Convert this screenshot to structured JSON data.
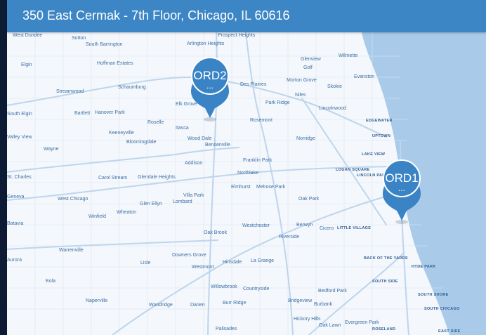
{
  "header": {
    "address": "350 East Cermak - 7th Floor, Chicago, IL 60616"
  },
  "markers": [
    {
      "id": "ORD2",
      "label": "ORD2",
      "more": "..."
    },
    {
      "id": "ORD1",
      "label": "ORD1",
      "more": "..."
    }
  ],
  "places": [
    "West Dundee",
    "Sutton",
    "South Barrington",
    "Hoffman Estates",
    "Arlington Heights",
    "Prospect Heights",
    "Glenview",
    "Wilmette",
    "Golf",
    "Elgin",
    "Streamwood",
    "Schaumburg",
    "Des Plaines",
    "Morton Grove",
    "Skokie",
    "Evanston",
    "Niles",
    "Park Ridge",
    "Lincolnwood",
    "South Elgin",
    "Bartlett",
    "Hanover Park",
    "Roselle",
    "Elk Grove Village",
    "Rosemont",
    "Itasca",
    "Keeneyville",
    "Bloomingdale",
    "Wood Dale",
    "Bensenville",
    "Norridge",
    "Valley View",
    "Wayne",
    "Addison",
    "Franklin Park",
    "Northlake",
    "St. Charles",
    "Carol Stream",
    "Glendale Heights",
    "Elmhurst",
    "Melrose Park",
    "Oak Park",
    "Villa Park",
    "Lombard",
    "Geneva",
    "West Chicago",
    "Glen Ellyn",
    "Winfield",
    "Wheaton",
    "Westchester",
    "Berwyn",
    "Cicero",
    "Batavia",
    "Oak Brook",
    "Riverside",
    "Warrenville",
    "Downers Grove",
    "Aurora",
    "Lisle",
    "Westmont",
    "Hinsdale",
    "La Grange",
    "Eola",
    "Willowbrook",
    "Countryside",
    "Bedford Park",
    "Naperville",
    "Woodridge",
    "Darien",
    "Burr Ridge",
    "Bridgeview",
    "Burbank",
    "Hickory Hills",
    "Oak Lawn",
    "Evergreen Park",
    "Palisades"
  ],
  "neighborhoods": [
    "EDGEWATER",
    "UPTOWN",
    "LAKE VIEW",
    "LOGAN SQUARE",
    "LINCOLN PARK",
    "LITTLE VILLAGE",
    "BACK OF THE YARDS",
    "HYDE PARK",
    "SOUTH SIDE",
    "SOUTH SHORE",
    "SOUTH CHICAGO",
    "ROSELAND",
    "EAST SIDE"
  ],
  "colors": {
    "header": "#3d86c6",
    "land": "#f4f7fb",
    "water": "#a9cbe9",
    "road": "#bdd5ee",
    "marker": "#3a84c6"
  }
}
